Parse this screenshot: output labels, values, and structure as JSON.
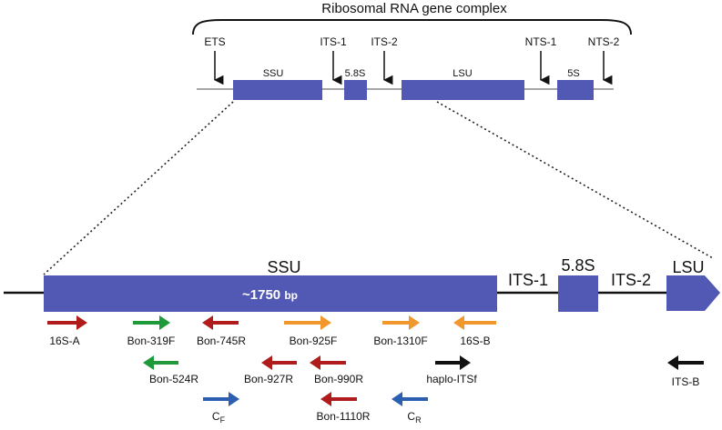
{
  "title": "Ribosomal RNA gene complex",
  "top_labels": {
    "ets": "ETS",
    "its1": "ITS-1",
    "its2": "ITS-2",
    "nts1": "NTS-1",
    "nts2": "NTS-2"
  },
  "top_segments": {
    "ssu": "SSU",
    "s58": "5.8S",
    "lsu": "LSU",
    "s5": "5S"
  },
  "bottom": {
    "ssu": "SSU",
    "bp": "~1750",
    "bp_unit": "bp",
    "its1": "ITS-1",
    "s58": "5.8S",
    "its2": "ITS-2",
    "lsu": "LSU"
  },
  "primers": {
    "p16sa": "16S-A",
    "bon319f": "Bon-319F",
    "bon745r": "Bon-745R",
    "bon925f": "Bon-925F",
    "bon1310f": "Bon-1310F",
    "p16sb": "16S-B",
    "bon524r": "Bon-524R",
    "bon927r": "Bon-927R",
    "bon990r": "Bon-990R",
    "haploits": "haplo-ITSf",
    "itsb": "ITS-B",
    "cf_main": "C",
    "cf_sub": "F",
    "bon1110r": "Bon-1110R",
    "cr_main": "C",
    "cr_sub": "R"
  },
  "colors": {
    "block": "#5259b5",
    "red": "#b01c1c",
    "green": "#1f9a3a",
    "orange": "#f2962e",
    "black": "#111111",
    "blue": "#2c5fb0"
  }
}
